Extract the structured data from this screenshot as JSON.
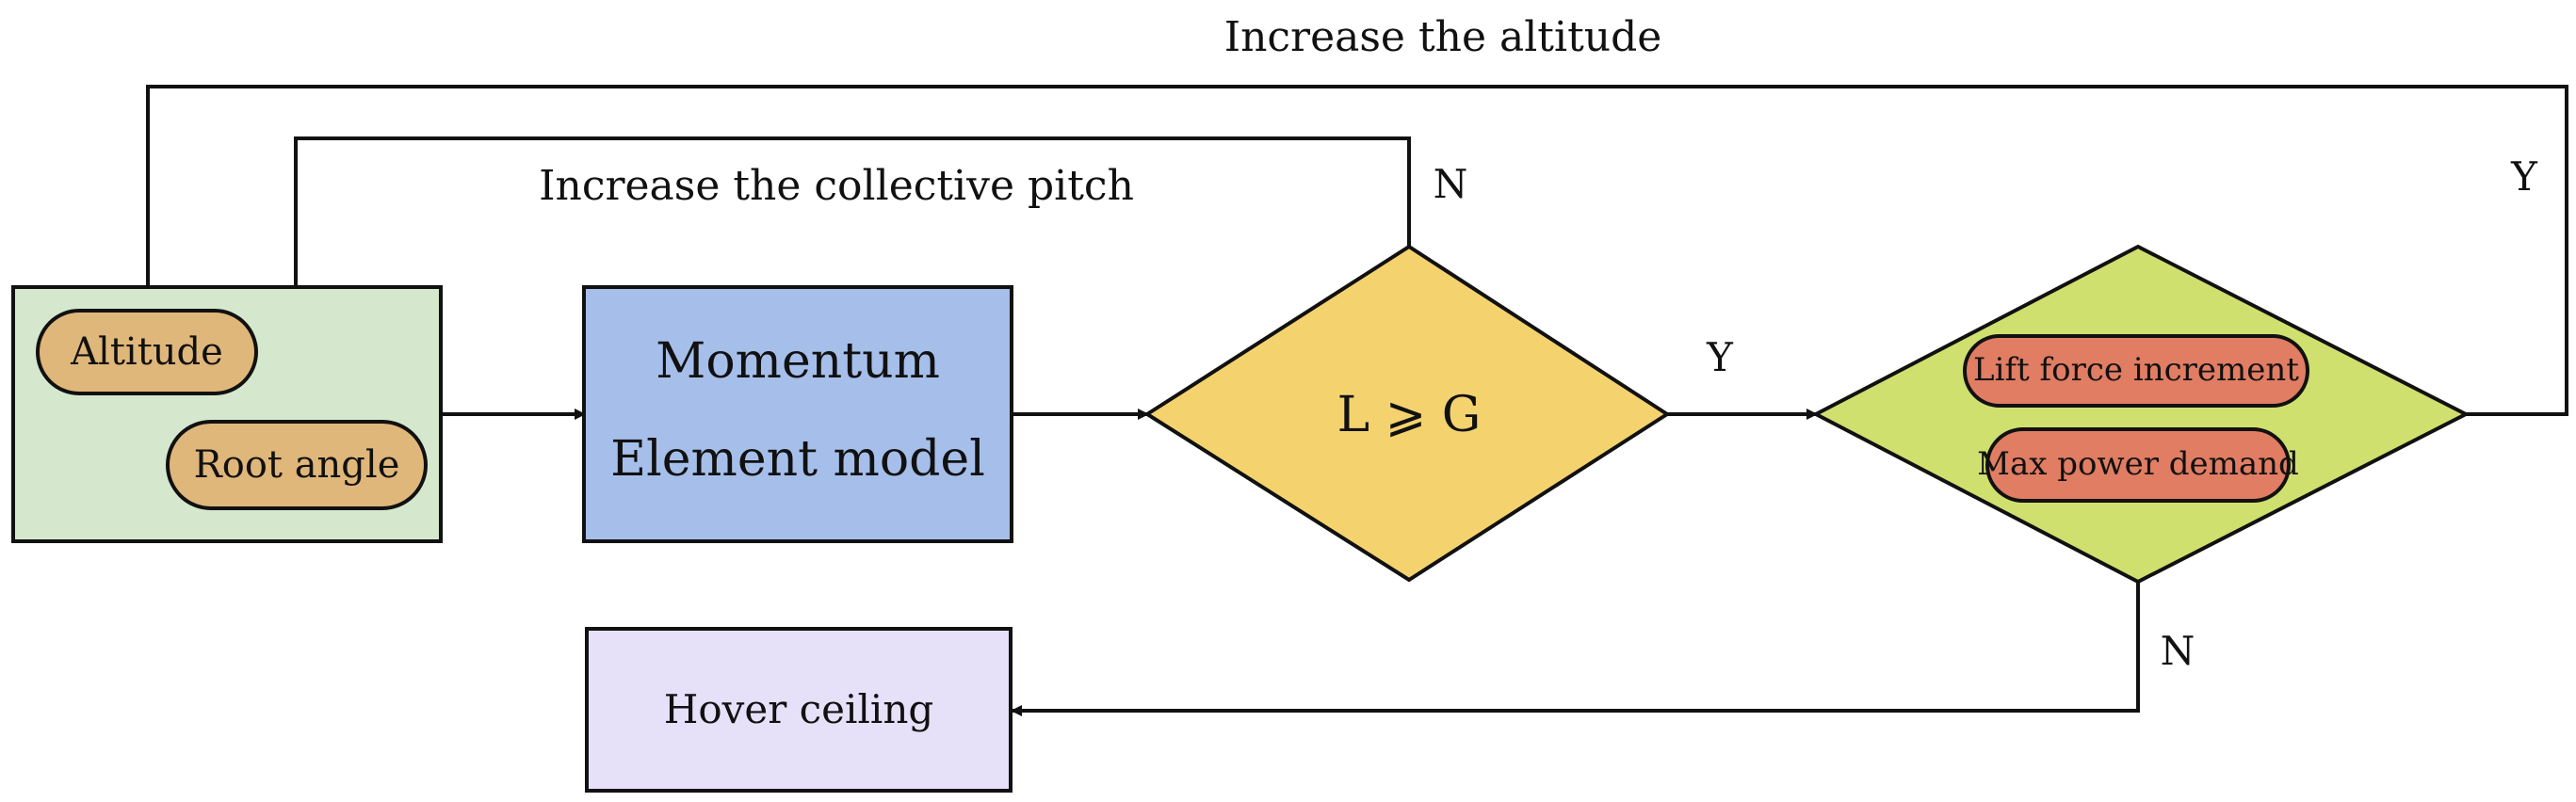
{
  "diagram": {
    "labels": {
      "increase_altitude": "Increase the altitude",
      "increase_pitch": "Increase the collective pitch",
      "n_top": "N",
      "y_right": "Y",
      "y_mid": "Y",
      "n_bottom": "N"
    },
    "input_group": {
      "altitude": "Altitude",
      "root_angle": "Root angle"
    },
    "model": {
      "line1": "Momentum",
      "line2": "Element model"
    },
    "decision1": {
      "text": "L ⩾ G"
    },
    "decision2": {
      "item1": "Lift force increment",
      "item2": "Max power demand"
    },
    "output": {
      "text": "Hover ceiling"
    },
    "colors": {
      "input_group_fill": "#d5e8ce",
      "pill_fill": "#e0b77a",
      "model_fill": "#a6bfea",
      "decision1_fill": "#f4d36f",
      "decision2_fill": "#cfe06f",
      "decision2_pill_fill": "#e07d63",
      "output_fill": "#e6e0f8",
      "stroke": "#111111"
    }
  }
}
